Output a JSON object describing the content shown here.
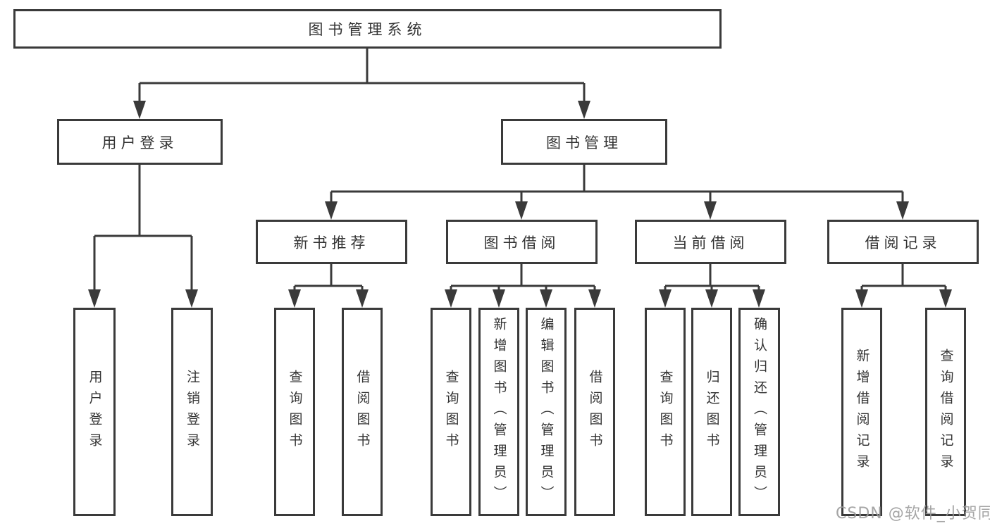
{
  "page": {
    "background": "#ffffff"
  },
  "colors": {
    "line": "#3a3a3a",
    "box_border": "#3a3a3a",
    "box_background": "#ffffff",
    "text": "#333333",
    "watermark": "#9b9b9b"
  },
  "watermark": {
    "text": "CSDN @软件_小贺同学"
  },
  "tree": {
    "root": {
      "label": "图书管理系统"
    },
    "children": [
      {
        "label": "用户登录",
        "children": [
          {
            "label": "用户登录"
          },
          {
            "label": "注销登录"
          }
        ]
      },
      {
        "label": "图书管理",
        "children": [
          {
            "label": "新书推荐",
            "children": [
              {
                "label": "查询图书"
              },
              {
                "label": "借阅图书"
              }
            ]
          },
          {
            "label": "图书借阅",
            "children": [
              {
                "label": "查询图书"
              },
              {
                "label": "新增图书（管理员）"
              },
              {
                "label": "编辑图书（管理员）"
              },
              {
                "label": "借阅图书"
              }
            ]
          },
          {
            "label": "当前借阅",
            "children": [
              {
                "label": "查询图书"
              },
              {
                "label": "归还图书"
              },
              {
                "label": "确认归还（管理员）"
              }
            ]
          },
          {
            "label": "借阅记录",
            "children": [
              {
                "label": "新增借阅记录"
              },
              {
                "label": "查询借阅记录"
              }
            ]
          }
        ]
      }
    ]
  }
}
